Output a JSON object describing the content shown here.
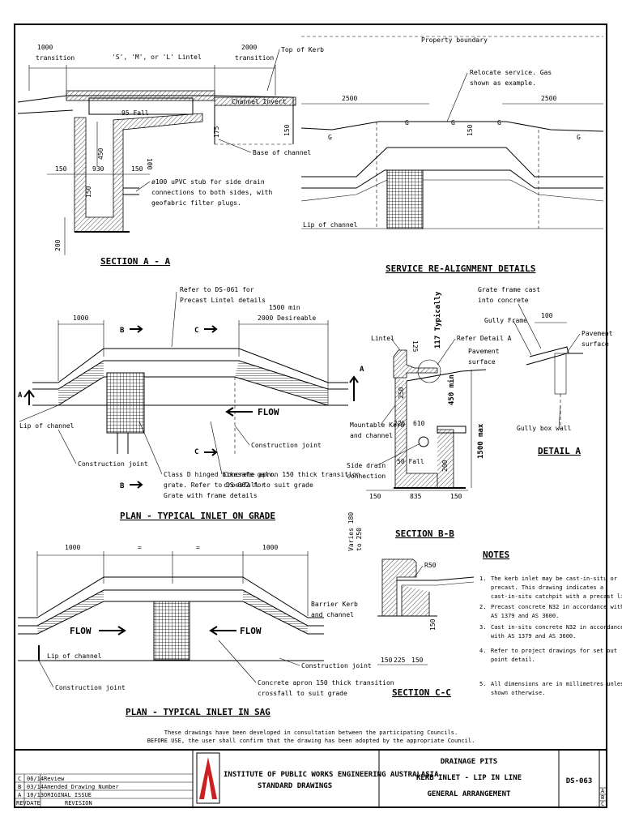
{
  "section_aa": {
    "title": "SECTION A - A",
    "dim_1000": "1000",
    "dim_transition_l": "transition",
    "dim_lintel": "'S', 'M', or 'L' Lintel",
    "dim_2000": "2000",
    "dim_transition_r": "transition",
    "top_of_kerb": "Top of Kerb",
    "channel_invert": "Channel Invert",
    "fall": "95 Fall",
    "d175": "175",
    "d150a": "150",
    "d450": "450",
    "d100": "100",
    "d150b": "150",
    "d930": "930",
    "d150c": "150",
    "d150d": "150",
    "d200": "200",
    "base_of_channel": "Base of channel",
    "stub_note": [
      "ø100 uPVC stub for side drain",
      "connections to both sides, with",
      "geofabric filter plugs."
    ]
  },
  "service": {
    "title": "SERVICE RE-ALIGNMENT DETAILS",
    "property_boundary": "Property boundary",
    "relocate": [
      "Relocate service. Gas",
      "shown as example."
    ],
    "d2500a": "2500",
    "d2500b": "2500",
    "d150": "150",
    "g": "G",
    "g1": "G",
    "g2": "G",
    "g3": "G",
    "g4": "G",
    "lip": "Lip of channel"
  },
  "plan_grade": {
    "title": "PLAN - TYPICAL INLET ON GRADE",
    "refer_lintel": [
      "Refer to DS-061 for",
      "Precast Lintel details"
    ],
    "d1000": "1000",
    "d1500": "1500 min",
    "d2000": "2000 Desireable",
    "b": "B",
    "c": "C",
    "a": "A",
    "b2": "B",
    "c2": "C",
    "flow": "FLOW",
    "lip": "Lip of channel",
    "construction_joint_l": "Construction joint",
    "construction_joint_r": "Construction joint",
    "grate_note": [
      "Class D hinged bikesafe galv.",
      "grate. Refer to DS-062 for",
      "Grate with frame details"
    ],
    "apron_note": [
      "Concrete apron 150 thick transition",
      "crossfall to suit grade"
    ]
  },
  "section_bb": {
    "title": "SECTION B-B",
    "lintel": "Lintel",
    "d125": "125",
    "typically": "117 Typically",
    "refer_detail": "Refer Detail A",
    "pavement": [
      "Pavement",
      "surface"
    ],
    "a": "A",
    "d250": "250",
    "d450": "450 min",
    "d1500": "1500 max",
    "d225": "225",
    "d610": "610",
    "d200": "200",
    "mountable": [
      "Mountable Kerb",
      "and channel"
    ],
    "fall": "50 Fall",
    "side_drain": [
      "Side drain",
      "connection"
    ],
    "d150a": "150",
    "d835": "835",
    "d150b": "150"
  },
  "detail_a": {
    "title": "DETAIL A",
    "grate_frame": [
      "Grate frame cast",
      "into concrete"
    ],
    "gully_frame": "Gully Frame",
    "d100": "100",
    "pavement": [
      "Pavement",
      "surface"
    ],
    "gully_wall": "Gully box wall"
  },
  "plan_sag": {
    "title": "PLAN - TYPICAL INLET IN SAG",
    "d1000a": "1000",
    "eq1": "=",
    "eq2": "=",
    "d1000b": "1000",
    "barrier": [
      "Barrier Kerb",
      "and channel"
    ],
    "flow_l": "FLOW",
    "flow_r": "FLOW",
    "lip": "Lip of channel",
    "construction_joint_l": "Construction joint",
    "construction_joint_r": "Construction joint",
    "apron_note": [
      "Concrete apron 150 thick transition",
      "crossfall to suit grade"
    ]
  },
  "section_cc": {
    "title": "SECTION C-C",
    "varies": [
      "Varies 180",
      "to 250"
    ],
    "r50": "R50",
    "d150": "150",
    "d150a": "150",
    "d225": "225",
    "d150b": "150"
  },
  "notes": {
    "title": "NOTES",
    "items": [
      [
        "1.",
        "The kerb inlet may be cast-in-situ or",
        "precast. This drawing indicates a",
        "cast-in-situ catchpit with a precast lintel."
      ],
      [
        "2.",
        "Precast concrete N32 in accordance with",
        "AS 1379 and AS 3600."
      ],
      [
        "3.",
        "Cast in-situ concrete N32 in accordance",
        "with AS 1379 and AS 3600."
      ],
      [
        "4.",
        "Refer to project drawings for set out",
        "point detail."
      ],
      [
        "5.",
        "All dimensions are in millimetres unless",
        "shown otherwise."
      ]
    ]
  },
  "disclaimer": [
    "These drawings have been developed in consultation between the participating Councils.",
    "BEFORE USE, the user shall confirm that the drawing has been adopted by the appropriate Council."
  ],
  "title_block": {
    "revisions": [
      {
        "rev": "C",
        "date": "06/14",
        "desc": "Review"
      },
      {
        "rev": "B",
        "date": "03/14",
        "desc": "Amended Drawing Number"
      },
      {
        "rev": "A",
        "date": "10/13",
        "desc": "ORIGINAL ISSUE"
      },
      {
        "rev": "REV",
        "date": "DATE",
        "desc": "REVISION"
      }
    ],
    "org": "INSTITUTE OF PUBLIC WORKS ENGINEERING AUSTRALASIA",
    "sub": "STANDARD DRAWINGS",
    "dwg_title": [
      "DRAINAGE PITS",
      "KERB INLET - LIP IN LINE",
      "GENERAL ARRANGEMENT"
    ],
    "dwg_no": "DS-063",
    "rev_col": [
      "A",
      "B",
      "C"
    ],
    "logo_color": "#cc1f1f"
  }
}
